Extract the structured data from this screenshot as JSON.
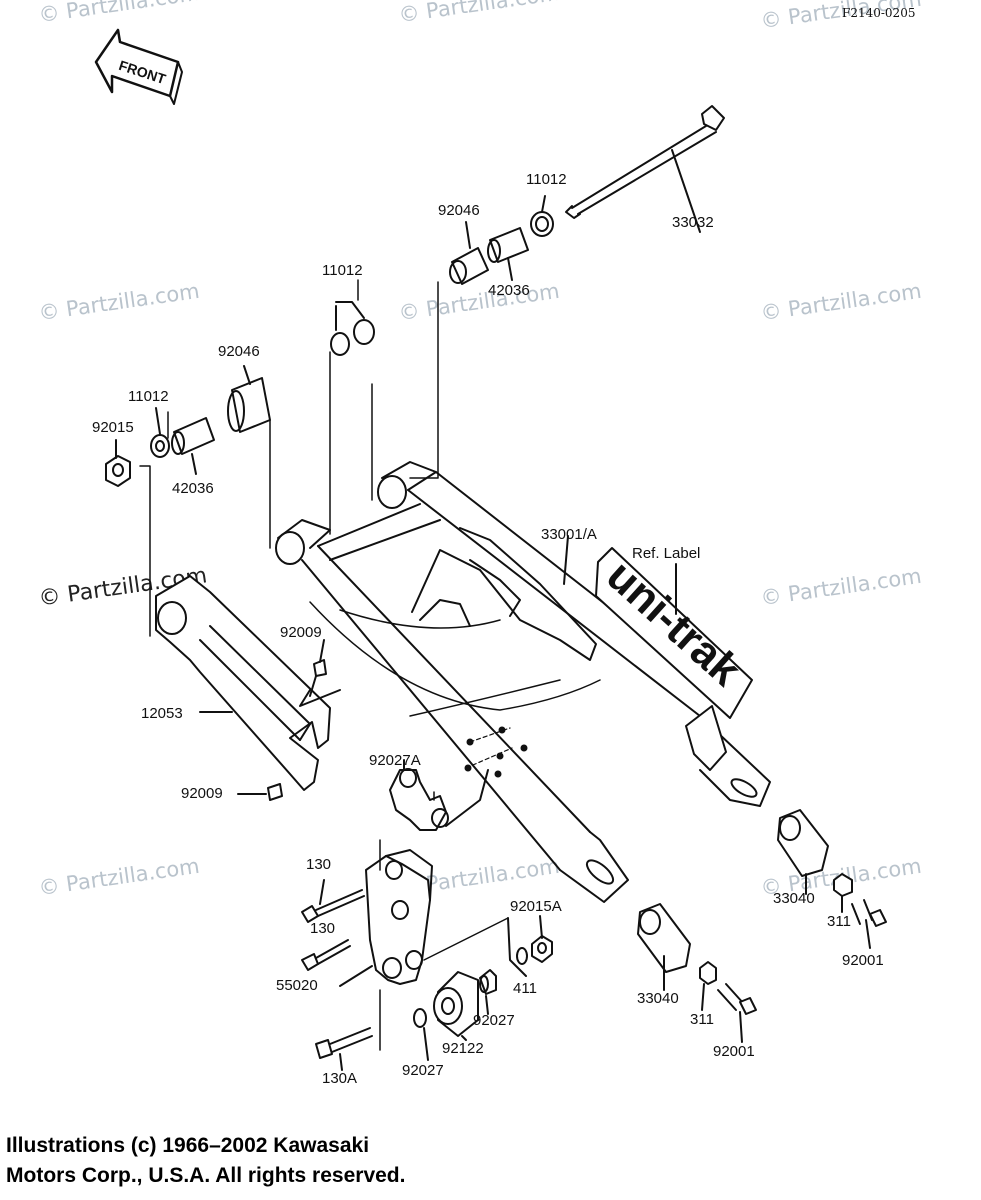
{
  "diagram_code": "F2140-0205",
  "front_arrow": "FRONT",
  "watermark": "© Partzilla.com",
  "copyright": {
    "line1": "Illustrations (c) 1966–2002 Kawasaki",
    "line2": "Motors Corp., U.S.A.  All rights reserved."
  },
  "ref_label": "Ref. Label",
  "decal_text": "uni-trak",
  "part_labels": {
    "p33032": "33032",
    "p11012_top": "11012",
    "p92046_top": "92046",
    "p42036_top": "42036",
    "p11012_mid": "11012",
    "p92046_left": "92046",
    "p11012_left": "11012",
    "p92015": "92015",
    "p42036_left": "42036",
    "p33001": "33001/A",
    "p92009_top": "92009",
    "p12053": "12053",
    "p92009_bottom": "92009",
    "p92027A": "92027A",
    "p130_a": "130",
    "p130_b": "130",
    "p55020": "55020",
    "p92015A": "92015A",
    "p411": "411",
    "p92027_right": "92027",
    "p92122": "92122",
    "p92027_bottom": "92027",
    "p130A": "130A",
    "p33040_right": "33040",
    "p311_right": "311",
    "p92001_right": "92001",
    "p33040_bottom": "33040",
    "p311_bottom": "311",
    "p92001_bottom": "92001"
  }
}
